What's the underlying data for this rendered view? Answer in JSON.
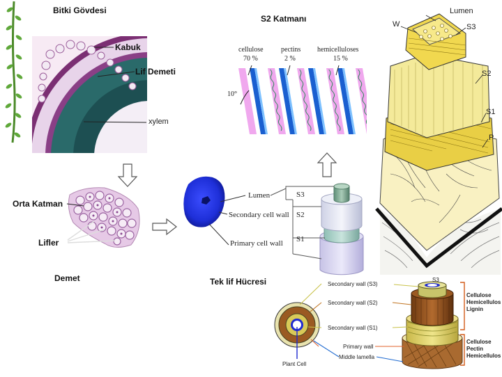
{
  "panel_stem": {
    "title": "Bitki Gövdesi",
    "labels": {
      "bark": "Kabuk",
      "fiber_bundle": "Lif Demeti",
      "xylem": "xylem"
    }
  },
  "panel_bundle": {
    "title": "Demet",
    "labels": {
      "middle_layer": "Orta Katman",
      "fibers": "Lifler"
    }
  },
  "panel_fiber": {
    "title": "Tek lif Hücresi",
    "labels": {
      "lumen": "Lumen",
      "secondary": "Secondary cell wall",
      "primary": "Primary cell wall"
    },
    "layers": [
      "S3",
      "S2",
      "S1"
    ]
  },
  "panel_s2": {
    "title": "S2 Katmanı",
    "angle": "10°",
    "components": [
      {
        "name": "cellulose",
        "percent": "70 %"
      },
      {
        "name": "pectins",
        "percent": "2 %"
      },
      {
        "name": "hemicelluloses",
        "percent": "15 %"
      }
    ]
  },
  "panel_wall3d": {
    "labels": {
      "lumen": "Lumen",
      "w": "W",
      "s3": "S3",
      "s2": "S2",
      "s1": "S1",
      "p": "P"
    }
  },
  "panel_cell": {
    "plant_cell": "Plant Cell",
    "s3_label": "S3",
    "walls": [
      "Secondary wall (S3)",
      "Secondary wall (S2)",
      "Secondary wall (S1)",
      "Primary wall",
      "Middle lamella"
    ],
    "groups": [
      {
        "lines": [
          "Cellulose",
          "Hemicellulos",
          "Lignin"
        ]
      },
      {
        "lines": [
          "Cellulose",
          "Pectin",
          "Hemicellulos"
        ]
      }
    ]
  }
}
